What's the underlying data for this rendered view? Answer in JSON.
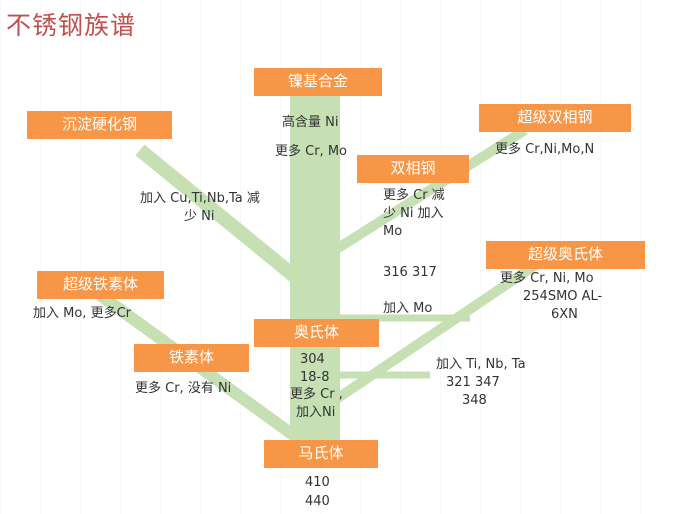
{
  "title": "不锈钢族谱",
  "nodes": {
    "nickel_alloy": "镍基合金",
    "precipitation": "沉淀硬化钢",
    "super_duplex": "超级双相钢",
    "duplex": "双相钢",
    "super_austenite": "超级奥氏体",
    "super_ferrite": "超级铁素体",
    "austenite": "奥氏体",
    "ferrite": "铁素体",
    "martensite": "马氏体"
  },
  "labels": {
    "high_ni": "高含量 Ni",
    "more_cr_mo_top": "更多 Cr, Mo",
    "more_cr_ni_mo_n": "更多 Cr,Ni,Mo,N",
    "duplex_line1": "更多 Cr 减",
    "duplex_line2": "少 Ni 加入",
    "duplex_line3": "Mo",
    "precip_line1": "加入 Cu,Ti,Nb,Ta 减",
    "precip_line2": "少 Ni",
    "grades_316": "316 317",
    "add_mo_mid": "加入 Mo",
    "super_aus_line1": "更多 Cr, Ni, Mo",
    "super_aus_line2": "254SMO AL-",
    "super_aus_line3": "6XN",
    "super_ferrite_add": "加入 Mo, 更多Cr",
    "ferrite_more_cr": "更多 Cr, 没有 Ni",
    "aus_304": "304",
    "aus_18_8": "18-8",
    "more_cr_line1": "更多 Cr ,",
    "more_cr_line2": "加入Ni",
    "add_ti_line1": "加入 Ti, Nb, Ta",
    "add_ti_line2": "321 347",
    "add_ti_line3": "348",
    "mart_410": "410",
    "mart_440": "440"
  },
  "colors": {
    "title": "#c0504d",
    "node_fill": "#f79646",
    "branch": "#c6e0b4"
  }
}
